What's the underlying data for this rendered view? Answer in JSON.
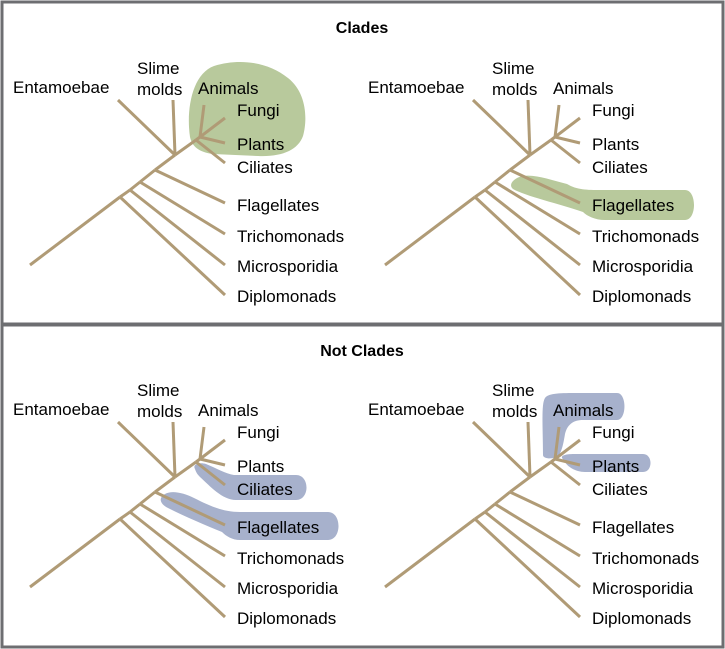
{
  "figure": {
    "top_panel_title": "Clades",
    "bottom_panel_title": "Not Clades"
  },
  "taxa": {
    "entamoebae": "Entamoebae",
    "slime_line1": "Slime",
    "slime_line2": "molds",
    "animals": "Animals",
    "fungi": "Fungi",
    "plants": "Plants",
    "ciliates": "Ciliates",
    "flagellates": "Flagellates",
    "trichomonads": "Trichomonads",
    "microsporidia": "Microsporidia",
    "diplomonads": "Diplomonads"
  },
  "colors": {
    "branch": "#b09b76",
    "clade_highlight": "#b8c99c",
    "not_clade_highlight": "#a7b1cc",
    "frame": "#6d6e71"
  },
  "trees": [
    {
      "panel": "top",
      "highlight_kind": "clade",
      "highlighted_taxa": [
        "Animals",
        "Fungi",
        "Plants"
      ]
    },
    {
      "panel": "top",
      "highlight_kind": "clade",
      "highlighted_taxa": [
        "Flagellates"
      ]
    },
    {
      "panel": "bottom",
      "highlight_kind": "not-clade",
      "highlighted_taxa": [
        "Ciliates",
        "Flagellates"
      ]
    },
    {
      "panel": "bottom",
      "highlight_kind": "not-clade",
      "highlighted_taxa": [
        "Animals",
        "Plants"
      ]
    }
  ]
}
